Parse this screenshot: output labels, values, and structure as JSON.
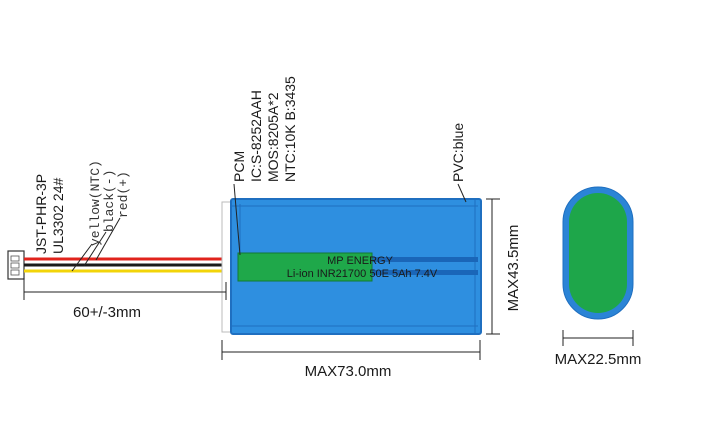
{
  "colors": {
    "cell_blue": "#2e8fe0",
    "cell_blue_dark": "#1f6fc0",
    "pcm_green": "#1fa84a",
    "wire_red": "#e0231c",
    "wire_yellow": "#f2d40a",
    "wire_black": "#1a1a1a",
    "oval_outer": "#2b84d6",
    "oval_inner": "#1ea64a"
  },
  "connector": {
    "model": "JST-PHR-3P",
    "wire_spec": "UL3302 24#"
  },
  "wires": {
    "yellow": "yellow(NTC)",
    "black": "black(-)",
    "red": "red(+)"
  },
  "pcm": {
    "title": "PCM",
    "ic": "IC:S-8252AAH",
    "mos": "MOS:8205A*2",
    "ntc": "NTC:10K B:3435"
  },
  "pvc": "PVC:blue",
  "label": {
    "brand": "MP ENERGY",
    "model": "Li-ion INR21700 50E 5Ah 7.4V"
  },
  "dimensions": {
    "wire_length": "60+/-3mm",
    "length": "MAX73.0mm",
    "height": "MAX43.5mm",
    "width": "MAX22.5mm"
  }
}
